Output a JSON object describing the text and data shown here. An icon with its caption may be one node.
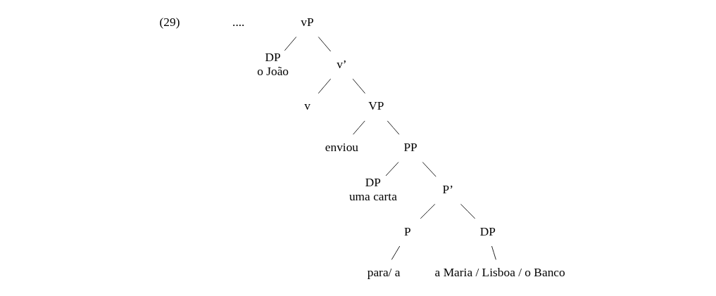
{
  "diagram": {
    "nodes": [
      {
        "text": [
          "vP"
        ]
      },
      {
        "text": [
          "DP",
          "o João"
        ]
      },
      {
        "text": [
          "v’"
        ]
      },
      {
        "text": [
          "v"
        ]
      },
      {
        "text": [
          "VP"
        ]
      },
      {
        "text": [
          "enviou"
        ]
      },
      {
        "text": [
          "PP"
        ]
      },
      {
        "text": [
          "DP",
          "uma carta"
        ]
      },
      {
        "text": [
          "P’"
        ]
      },
      {
        "text": [
          "P"
        ]
      },
      {
        "text": [
          "DP"
        ]
      },
      {
        "text": [
          "para/ a"
        ]
      },
      {
        "text": [
          "a Maria / Lisboa / o Banco"
        ]
      }
    ],
    "edges": [
      {
        "from": 0,
        "to": 1,
        "arrow": "none"
      },
      {
        "from": 0,
        "to": 2,
        "arrow": "none"
      },
      {
        "from": 2,
        "to": 3,
        "arrow": "none"
      },
      {
        "from": 2,
        "to": 4,
        "arrow": "none"
      },
      {
        "from": 4,
        "to": 5,
        "arrow": "none"
      },
      {
        "from": 4,
        "to": 6,
        "arrow": "none"
      },
      {
        "from": 6,
        "to": 7,
        "arrow": "none"
      },
      {
        "from": 6,
        "to": 8,
        "arrow": "none"
      },
      {
        "from": 8,
        "to": 9,
        "arrow": "none"
      },
      {
        "from": 8,
        "to": 10,
        "arrow": "none"
      },
      {
        "from": 9,
        "to": 11,
        "arrow": "none"
      },
      {
        "from": 10,
        "to": 12,
        "arrow": "none"
      }
    ],
    "labels": [
      "(29)",
      "...."
    ]
  }
}
